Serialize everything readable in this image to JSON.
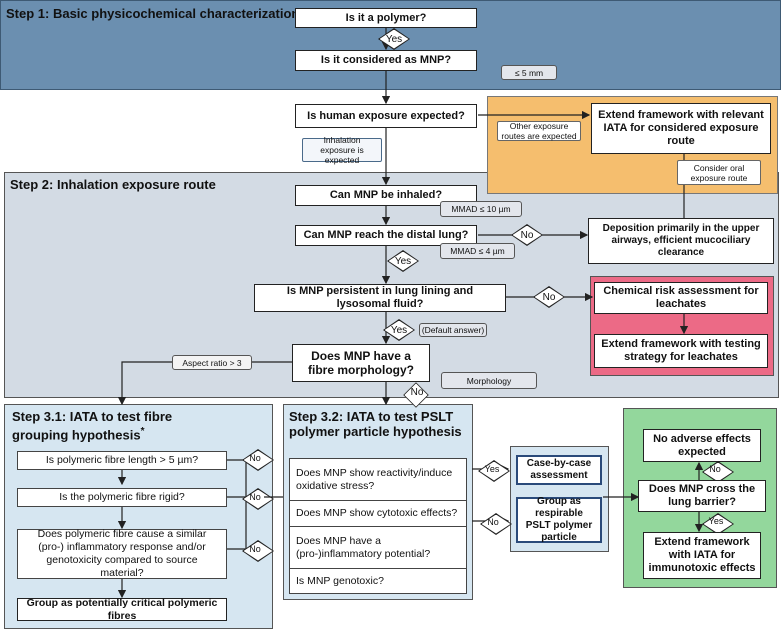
{
  "step1": {
    "title": "Step 1: Basic physicochemical characterization"
  },
  "step2": {
    "title": "Step 2: Inhalation exposure route"
  },
  "step31": {
    "title": "Step 3.1: IATA to test fibre grouping hypothesis",
    "title_mark": "*"
  },
  "step32": {
    "title": "Step 3.2: IATA to test PSLT polymer particle hypothesis"
  },
  "q": {
    "polymer": "Is it a polymer?",
    "mnp": "Is it considered as MNP?",
    "human": "Is human exposure expected?",
    "inhaled": "Can MNP be inhaled?",
    "distal": "Can MNP reach the distal lung?",
    "persistent": "Is MNP persistent in lung lining and lysosomal fluid?",
    "fibre": "Does MNP have a fibre morphology?"
  },
  "orange": {
    "extend": "Extend framework with relevant IATA for considered exposure route",
    "other_routes": "Other exposure routes are expected",
    "oral": "Consider oral exposure route"
  },
  "deposition": "Deposition primarily in the upper airways, efficient mucociliary clearance",
  "pink": {
    "chemical": "Chemical risk assessment for leachates",
    "extend": "Extend framework with testing strategy for leachates"
  },
  "notes": {
    "le5mm": "≤ 5 mm",
    "inhalation": "Inhalation exposure is expected",
    "mmad10": "MMAD ≤ 10 µm",
    "mmad4": "MMAD ≤ 4 µm",
    "default": "(Default answer)",
    "morphology": "Morphology",
    "aspect": "Aspect ratio > 3"
  },
  "labels": {
    "yes": "Yes",
    "no": "No"
  },
  "fibre_questions": [
    "Is polymeric fibre length > 5 µm?",
    "Is the polymeric fibre rigid?",
    "Does polymeric fibre cause a similar (pro-) inflammatory response and/or genotoxicity compared to source material?"
  ],
  "fibre_result": "Group as potentially critical polymeric fibres",
  "pslt_questions": [
    "Does MNP show reactivity/induce oxidative stress?",
    "Does MNP show cytotoxic effects?",
    "Does MNP have a (pro-)inflammatory potential?",
    "Is MNP genotoxic?"
  ],
  "blue_results": {
    "case": "Case-by-case assessment",
    "group": "Group as respirable PSLT polymer particle"
  },
  "green": {
    "no_adverse": "No adverse effects expected",
    "cross": "Does MNP cross the lung barrier?",
    "extend": "Extend framework with IATA for immunotoxic effects"
  },
  "colors": {
    "step1_band": "#6b8fb0",
    "step2_band": "#d3dbe4",
    "step3_band": "#d6e6f1",
    "orange": "#f5be6e",
    "pink": "#ec6a86",
    "green": "#93d79c"
  }
}
